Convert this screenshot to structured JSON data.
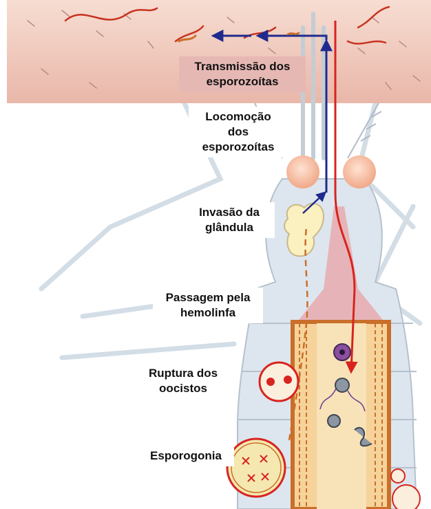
{
  "labels": {
    "transmission": [
      "Transmissão dos",
      "esporozoítas"
    ],
    "locomotion": [
      "Locomoção",
      "dos",
      "esporozoítas"
    ],
    "gland_invasion": [
      "Invasão da",
      "glândula"
    ],
    "hemolymph": [
      "Passagem pela",
      "hemolinfa"
    ],
    "oocyst_rupture": [
      "Ruptura dos",
      "oocistos"
    ],
    "sporogony": [
      "Esporogonia"
    ]
  },
  "colors": {
    "skin": "#eec3b7",
    "body": "#dde6ee",
    "body_outline": "#b5c1cc",
    "gut": "#f6d39a",
    "gut_wall": "#c96f2a",
    "blood": "#d8231f",
    "arrow_blue": "#1f2a8c",
    "label_highlight": "#e6b8b4",
    "gland": "#fbf0bf",
    "eye": "#f5c2a8"
  },
  "icons": [
    "sporozoite-icon",
    "oocyst-icon",
    "blood-vessel-icon",
    "mosquito-body-icon",
    "arrow-icon"
  ]
}
